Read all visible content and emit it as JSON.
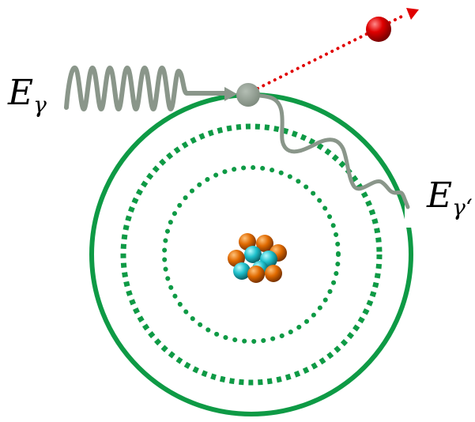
{
  "labels": {
    "incident": {
      "main": "E",
      "sub": "γ"
    },
    "scattered": {
      "main": "E",
      "sub": "γ‘"
    }
  },
  "colors": {
    "orbit": "#0e9a45",
    "photon": "#8a968a",
    "ejected_electron": "#e00000",
    "trajectory": "#e00000",
    "proton": "#1fc1cc",
    "neutron": "#e06a00",
    "background": "#ffffff"
  },
  "elements": {
    "orbits": [
      "outer-solid",
      "middle-dotted",
      "inner-dotted"
    ],
    "nucleus": {
      "protons": 4,
      "neutrons": 6
    }
  }
}
